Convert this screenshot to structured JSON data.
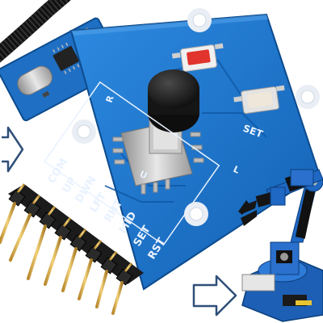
{
  "board": {
    "pin_labels": [
      "COM",
      "UP",
      "DWN",
      "LFT",
      "RHT",
      "MID",
      "SET",
      "RST"
    ],
    "button_labels": {
      "set": "SET"
    },
    "direction_marks": {
      "r": "R",
      "u": "U",
      "l": "L"
    }
  },
  "colors": {
    "pcb": "#1a73c9",
    "pcb_dark": "#0f4e93",
    "silkscreen": "#e9f2ff",
    "button_red": "#e0342c",
    "button_beige": "#efe7d9",
    "joystick_cap": "#1b1b1b",
    "arrow_outline": "#2f4f79"
  },
  "icons": [
    "right-arrow-icon",
    "left-arrow-icon"
  ]
}
